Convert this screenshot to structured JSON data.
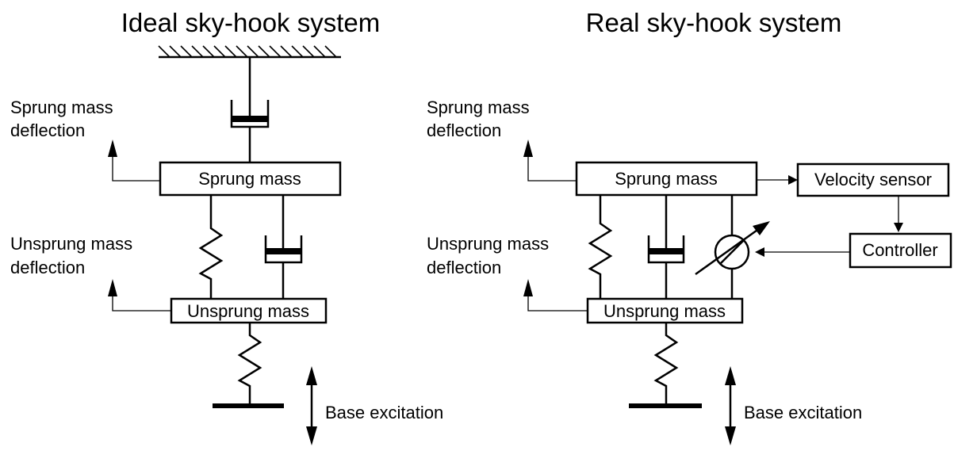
{
  "ideal": {
    "title": "Ideal sky-hook system",
    "sprung_deflection_line1": "Sprung mass",
    "sprung_deflection_line2": "deflection",
    "unsprung_deflection_line1": "Unsprung mass",
    "unsprung_deflection_line2": "deflection",
    "sprung_mass": "Sprung mass",
    "unsprung_mass": "Unsprung mass",
    "base_excitation": "Base excitation"
  },
  "real": {
    "title": "Real sky-hook system",
    "sprung_deflection_line1": "Sprung mass",
    "sprung_deflection_line2": "deflection",
    "unsprung_deflection_line1": "Unsprung mass",
    "unsprung_deflection_line2": "deflection",
    "sprung_mass": "Sprung mass",
    "unsprung_mass": "Unsprung mass",
    "velocity_sensor": "Velocity sensor",
    "controller": "Controller",
    "base_excitation": "Base excitation"
  }
}
